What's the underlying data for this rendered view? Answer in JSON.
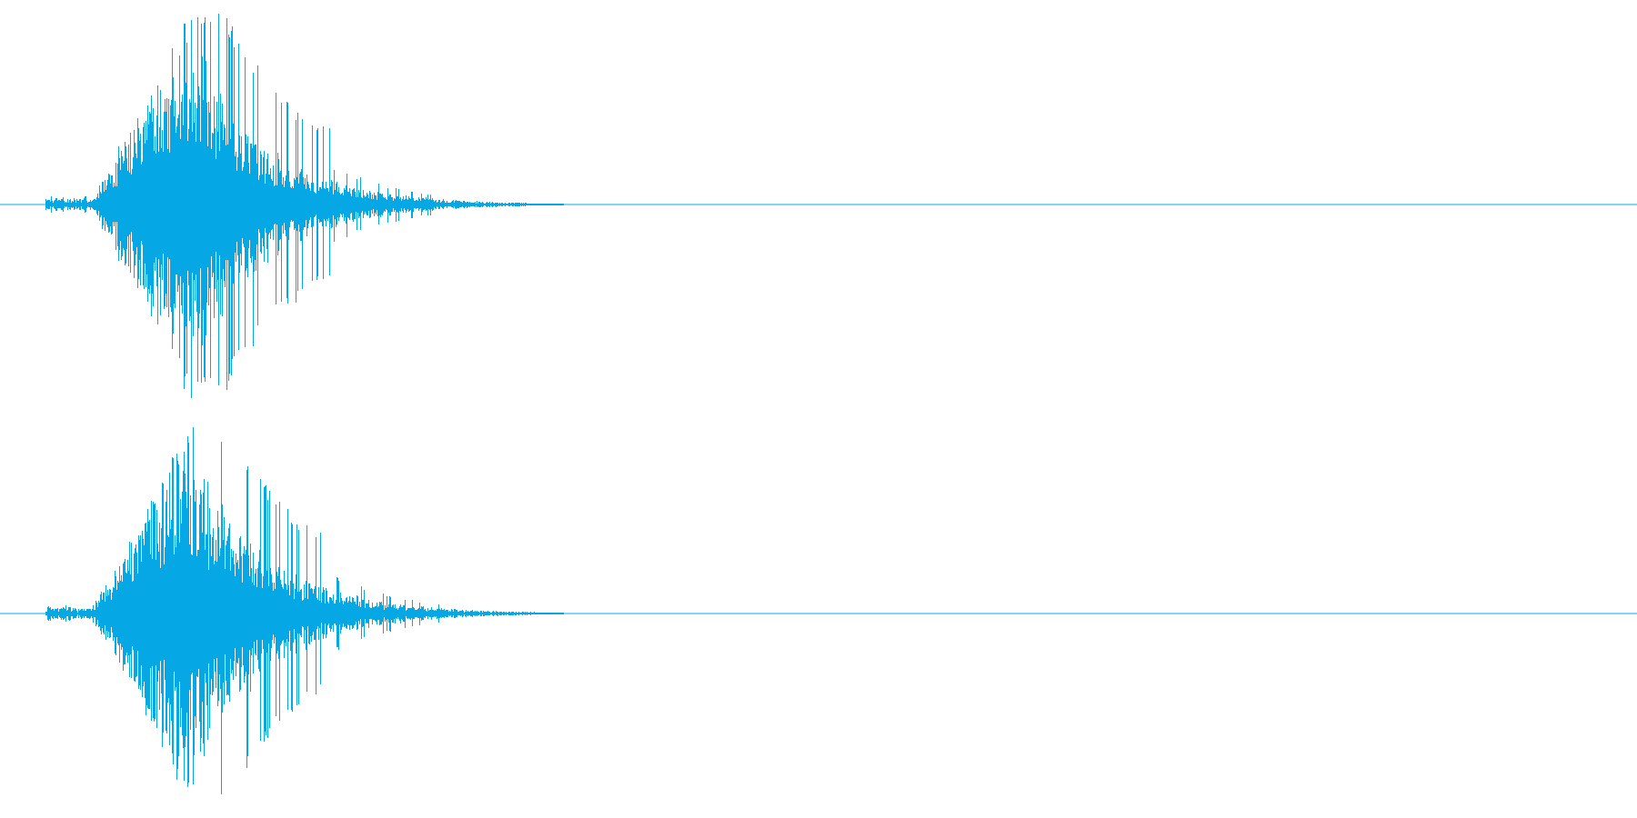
{
  "waveform": {
    "color": "#05a8e4",
    "background": "#ffffff",
    "channels": [
      {
        "name": "left",
        "seed": 1337,
        "attack_fraction": 0.06,
        "peak_fraction": 0.075,
        "decay_end_fraction": 0.38,
        "sound_end_fraction": 0.382
      },
      {
        "name": "right",
        "seed": 7331,
        "attack_fraction": 0.06,
        "peak_fraction": 0.075,
        "decay_end_fraction": 0.38,
        "sound_end_fraction": 0.382
      }
    ]
  }
}
